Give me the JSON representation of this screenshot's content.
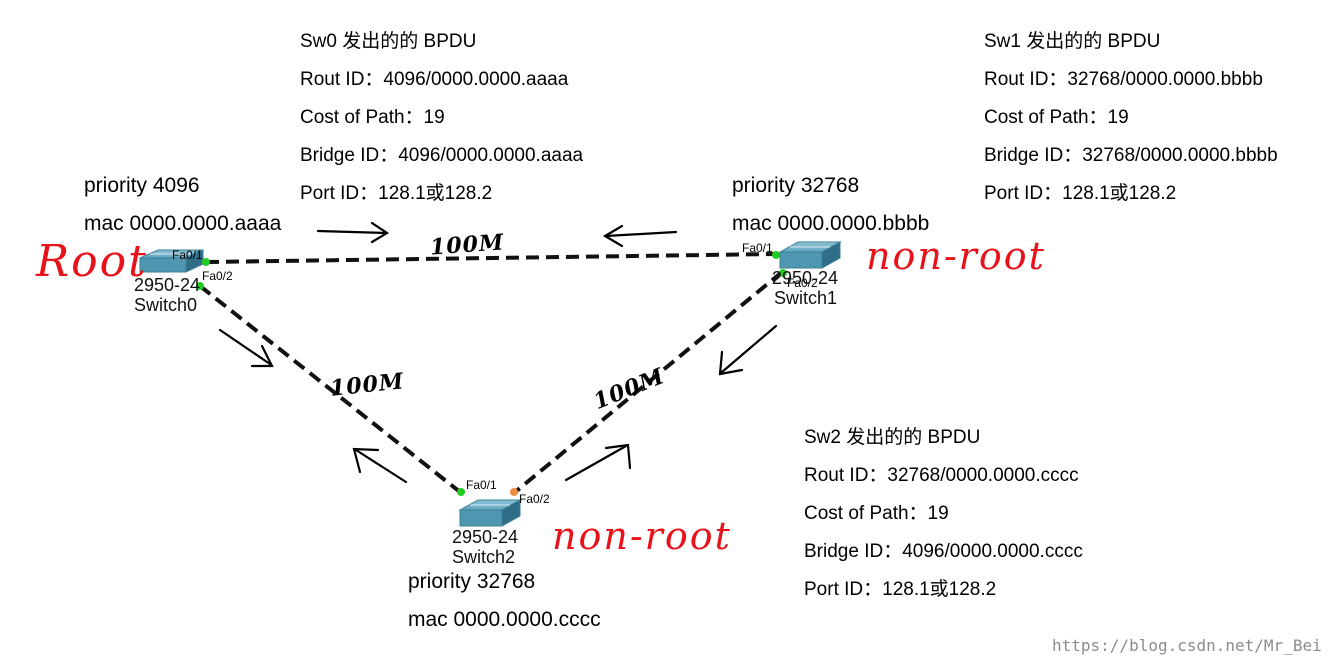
{
  "colors": {
    "handwriting_red": "#e8121a",
    "link": "#111111",
    "port_up": "#22cc22",
    "port_pending": "#f08a3c",
    "switch_body": "#4f97b0"
  },
  "bpdu_sw0": {
    "title": "Sw0 发出的的 BPDU",
    "rout_id": "Rout ID：4096/0000.0000.aaaa",
    "cost": "Cost of Path：19",
    "bridge_id": "Bridge ID：4096/0000.0000.aaaa",
    "port_id": "Port ID：128.1或128.2"
  },
  "bpdu_sw1": {
    "title": "Sw1 发出的的 BPDU",
    "rout_id": "Rout ID：32768/0000.0000.bbbb",
    "cost": "Cost of Path：19",
    "bridge_id": "Bridge ID：32768/0000.0000.bbbb",
    "port_id": "Port ID：128.1或128.2"
  },
  "bpdu_sw2": {
    "title": "Sw2 发出的的 BPDU",
    "rout_id": "Rout ID：32768/0000.0000.cccc",
    "cost": "Cost of Path：19",
    "bridge_id": "Bridge ID：4096/0000.0000.cccc",
    "port_id": "Port ID：128.1或128.2"
  },
  "switch0": {
    "priority": "priority 4096",
    "mac": "mac 0000.0000.aaaa",
    "model": "2950-24",
    "name": "Switch0",
    "port1": "Fa0/1",
    "port2": "Fa0/2",
    "role": "Root",
    "icon": "switch-icon"
  },
  "switch1": {
    "priority": "priority 32768",
    "mac": "mac 0000.0000.bbbb",
    "model": "2950-24",
    "name": "Switch1",
    "port1": "Fa0/1",
    "port2": "Fa0/2",
    "role": "non-root",
    "icon": "switch-icon"
  },
  "switch2": {
    "priority": "priority 32768",
    "mac": "mac 0000.0000.cccc",
    "model": "2950-24",
    "name": "Switch2",
    "port1": "Fa0/1",
    "port2": "Fa0/2",
    "role": "non-root",
    "icon": "switch-icon"
  },
  "links": {
    "sw0_sw1": "100M",
    "sw0_sw2": "100M",
    "sw1_sw2": "100M"
  },
  "watermark": "https://blog.csdn.net/Mr_Bei"
}
